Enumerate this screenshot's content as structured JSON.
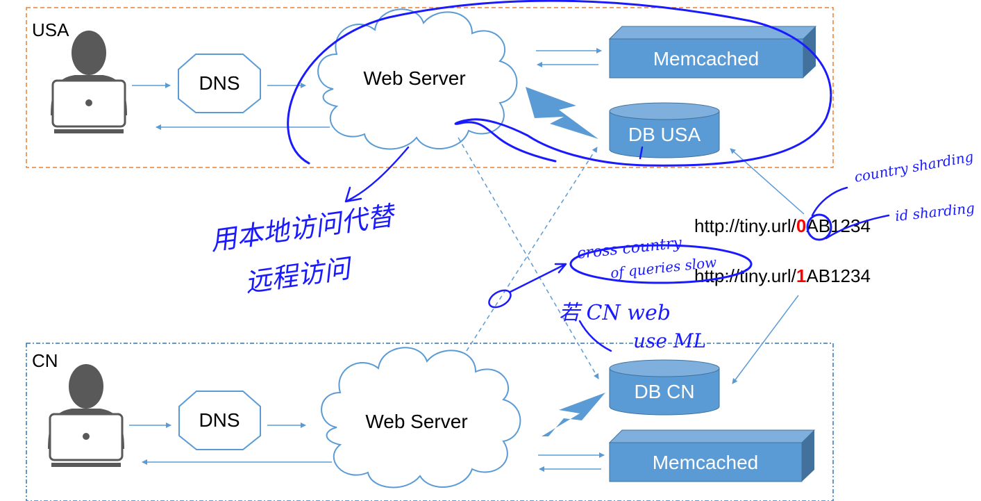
{
  "regions": {
    "usa": {
      "label": "USA"
    },
    "cn": {
      "label": "CN"
    }
  },
  "nodes": {
    "usa_dns": "DNS",
    "usa_web": "Web Server",
    "usa_memcached": "Memcached",
    "usa_db": "DB USA",
    "cn_dns": "DNS",
    "cn_web": "Web Server",
    "cn_db": "DB CN",
    "cn_memcached": "Memcached"
  },
  "urls": [
    {
      "prefix": "http://tiny.url/",
      "shard": "0",
      "suffix": "AB1234"
    },
    {
      "prefix": "http://tiny.url/",
      "shard": "1",
      "suffix": "AB1234"
    }
  ],
  "annotations": {
    "handwriting_cn_line1": "用本地访问代替",
    "handwriting_cn_line2": "远程访问",
    "country_sharding": "country sharding",
    "id_sharding": "id sharding",
    "cross_country": "cross country",
    "cross_country_line2": "of queries slow",
    "cn_web": "若 CN web",
    "use_ml": "use ML"
  },
  "colors": {
    "region_usa_border": "#ed7d31",
    "region_cn_border": "#2e75b6",
    "box_fill": "#5b9bd5",
    "box_edge": "#41719c",
    "node_border": "#5b9bd5",
    "person": "#595959",
    "ink": "#1a1aff",
    "shard_digit": "#ff0000"
  }
}
